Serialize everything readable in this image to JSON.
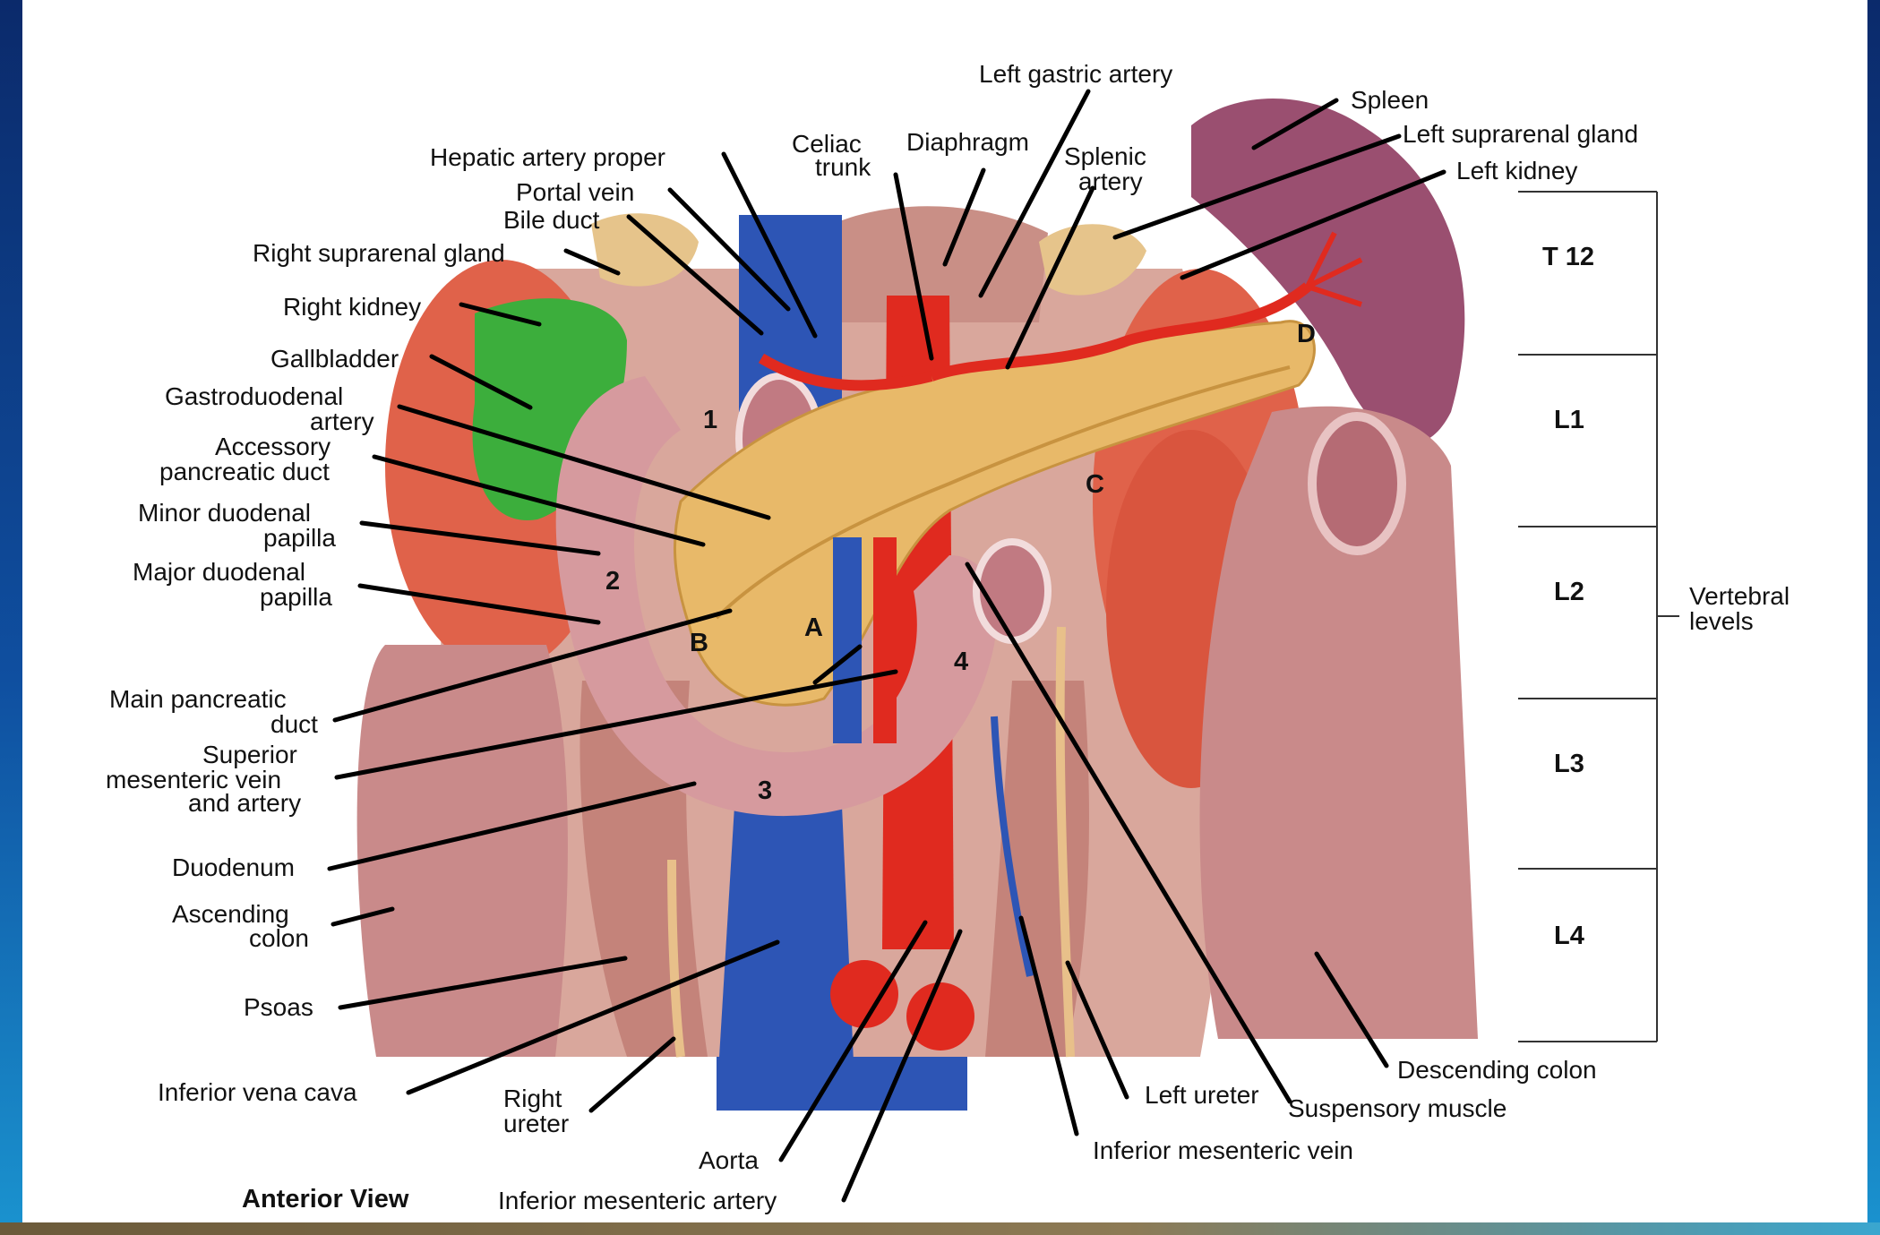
{
  "labels": {
    "left_gastric_artery": "Left gastric artery",
    "spleen": "Spleen",
    "left_suprarenal_gland": "Left suprarenal gland",
    "left_kidney": "Left kidney",
    "hepatic_artery_proper": "Hepatic artery proper",
    "celiac_trunk_1": "Celiac",
    "celiac_trunk_2": "trunk",
    "diaphragm": "Diaphragm",
    "splenic_artery_1": "Splenic",
    "splenic_artery_2": "artery",
    "portal_vein": "Portal vein",
    "bile_duct": "Bile duct",
    "right_suprarenal_gland": "Right suprarenal gland",
    "right_kidney": "Right kidney",
    "gallbladder": "Gallbladder",
    "gastroduodenal_artery_1": "Gastroduodenal",
    "gastroduodenal_artery_2": "artery",
    "accessory_pancreatic_duct_1": "Accessory",
    "accessory_pancreatic_duct_2": "pancreatic duct",
    "minor_duodenal_papilla_1": "Minor duodenal",
    "minor_duodenal_papilla_2": "papilla",
    "major_duodenal_papilla_1": "Major duodenal",
    "major_duodenal_papilla_2": "papilla",
    "main_pancreatic_duct_1": "Main pancreatic",
    "main_pancreatic_duct_2": "duct",
    "superior_mesenteric_1": "Superior",
    "superior_mesenteric_2": "mesenteric vein",
    "superior_mesenteric_3": "and artery",
    "duodenum": "Duodenum",
    "ascending_colon_1": "Ascending",
    "ascending_colon_2": "colon",
    "psoas": "Psoas",
    "inferior_vena_cava": "Inferior vena cava",
    "right_ureter_1": "Right",
    "right_ureter_2": "ureter",
    "aorta": "Aorta",
    "inferior_mesenteric_artery": "Inferior mesenteric artery",
    "inferior_mesenteric_vein": "Inferior mesenteric vein",
    "left_ureter": "Left ureter",
    "suspensory_muscle": "Suspensory muscle",
    "descending_colon": "Descending colon",
    "anterior_view": "Anterior View"
  },
  "markers": {
    "duodenum_part_1": "1",
    "duodenum_part_2": "2",
    "duodenum_part_3": "3",
    "duodenum_part_4": "4",
    "pancreas_A": "A",
    "pancreas_B": "B",
    "pancreas_C": "C",
    "pancreas_D": "D"
  },
  "vertebral_levels": {
    "title_1": "Vertebral",
    "title_2": "levels",
    "levels": [
      "T 12",
      "L1",
      "L2",
      "L3",
      "L4"
    ]
  }
}
